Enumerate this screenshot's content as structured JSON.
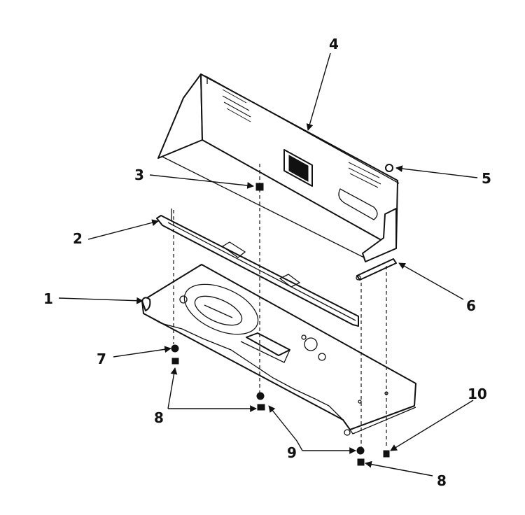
{
  "diagram": {
    "callouts": [
      {
        "id": "c1",
        "label": "1"
      },
      {
        "id": "c2",
        "label": "2"
      },
      {
        "id": "c3",
        "label": "3"
      },
      {
        "id": "c4",
        "label": "4"
      },
      {
        "id": "c5",
        "label": "5"
      },
      {
        "id": "c6",
        "label": "6"
      },
      {
        "id": "c7",
        "label": "7"
      },
      {
        "id": "c8a",
        "label": "8"
      },
      {
        "id": "c9",
        "label": "9"
      },
      {
        "id": "c10",
        "label": "10"
      },
      {
        "id": "c8b",
        "label": "8"
      }
    ]
  }
}
